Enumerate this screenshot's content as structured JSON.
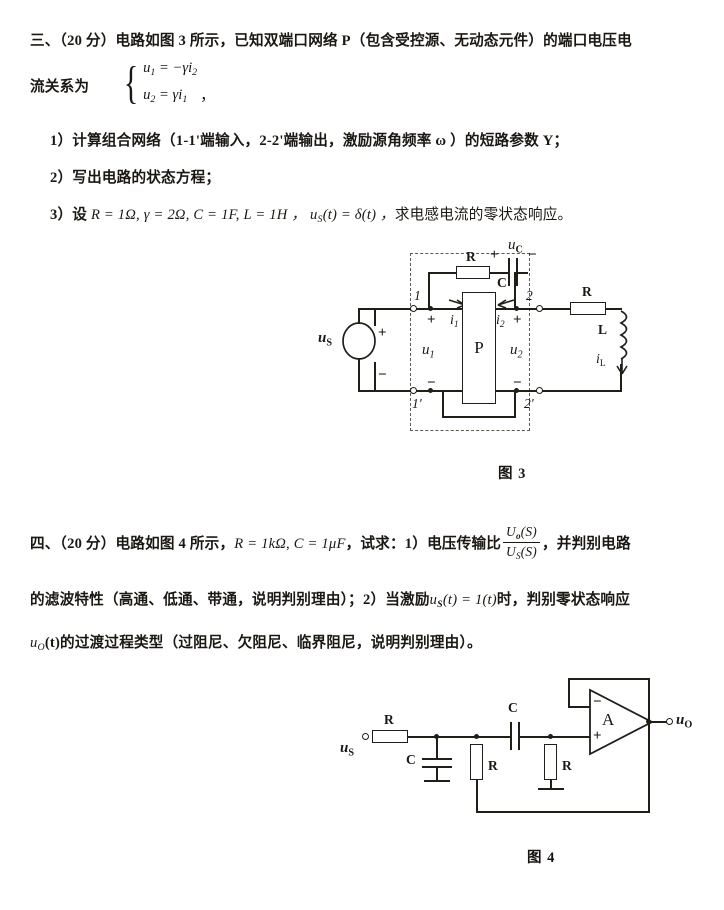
{
  "problem3": {
    "intro_line1": "三、（20 分）电路如图 3 所示，已知双端口网络 P（包含受控源、无动态元件）的端口电压电",
    "intro_line2_prefix": "流关系为",
    "equations": {
      "eq1_lhs": "u",
      "eq1_lhs_sub": "1",
      "eq1_rhs": "= −γi",
      "eq1_rhs_sub": "2",
      "eq2_lhs": "u",
      "eq2_lhs_sub": "2",
      "eq2_rhs": "= γi",
      "eq2_rhs_sub": "1",
      "trailing_comma": "，"
    },
    "items": [
      "1）计算组合网络（1-1'端输入，2-2'端输出，激励源角频率 ω ）的短路参数 Y；",
      "2）写出电路的状态方程；"
    ],
    "item3_prefix": "3）设 ",
    "item3_params": "R = 1Ω, γ = 2Ω, C = 1F, L = 1H ，",
    "item3_source": "u",
    "item3_source_sub": "S",
    "item3_source_rest": "(t) = δ(t) ，",
    "item3_tail": "求电感电流的零状态响应。",
    "figure": {
      "caption": "图 3",
      "source_label": "u",
      "source_label_sub": "S",
      "two_port_label": "P",
      "resistor_top": "R",
      "capacitor_label": "C",
      "cap_voltage": "u",
      "cap_voltage_sub": "C",
      "resistor_right": "R",
      "inductor_label": "L",
      "inductor_current": "i",
      "inductor_current_sub": "L",
      "port_voltage_1": "u",
      "port_voltage_1_sub": "1",
      "port_voltage_2": "u",
      "port_voltage_2_sub": "2",
      "port_current_1": "i",
      "port_current_1_sub": "1",
      "port_current_2": "i",
      "port_current_2_sub": "2",
      "terminal_1": "1",
      "terminal_1p": "1'",
      "terminal_2": "2",
      "terminal_2p": "2'",
      "plus": "+",
      "minus": "−"
    }
  },
  "problem4": {
    "line1_a": "四、（20 分）电路如图 4 所示，",
    "line1_params": "R = 1kΩ, C = 1μF",
    "line1_b": "，试求：",
    "line1_c": "1）",
    "line1_d": "电压传输比",
    "frac_num": "U",
    "frac_num_sub": "o",
    "frac_num_rest": "(S)",
    "frac_den": "U",
    "frac_den_sub": "S",
    "frac_den_rest": "(S)",
    "line1_e": "，并判别电路",
    "line2_a": "的滤波特性（高通、低通、带通，说明判别理由）；",
    "line2_b": "2）",
    "line2_c": "当激励",
    "line2_excite": "u",
    "line2_excite_sub": "S",
    "line2_excite_rest": "(t) = 1(t)",
    "line2_d": "时，判别零状态响应",
    "line3_a": "u",
    "line3_a_sub": "O",
    "line3_rest": "(t)的过渡过程类型（过阻尼、欠阻尼、临界阻尼，说明判别理由）。",
    "figure": {
      "caption": "图 4",
      "input_label": "u",
      "input_label_sub": "S",
      "output_label": "u",
      "output_label_sub": "O",
      "opamp_label": "A",
      "opamp_minus": "−",
      "opamp_plus": "+",
      "r_series": "R",
      "c_shunt": "C",
      "r_vert1": "R",
      "c_series": "C",
      "r_vert2": "R"
    }
  },
  "colors": {
    "ink": "#1b1813",
    "line": "#211e18",
    "dash": "#5d594f",
    "paper": "#ffffff"
  }
}
